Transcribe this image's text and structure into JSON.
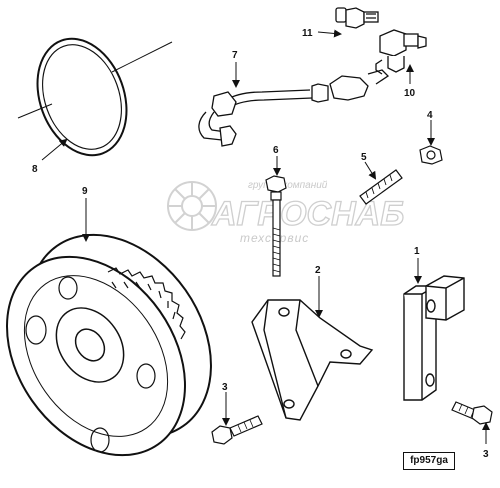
{
  "diagram": {
    "figure_code": "fp957ga",
    "watermark": {
      "line1": "группа компаний",
      "line2": "АГРОСНАБ",
      "line3": "техсервис"
    },
    "callouts": [
      {
        "id": "c1",
        "label": "1"
      },
      {
        "id": "c2",
        "label": "2"
      },
      {
        "id": "c3a",
        "label": "3"
      },
      {
        "id": "c3b",
        "label": "3"
      },
      {
        "id": "c4",
        "label": "4"
      },
      {
        "id": "c5",
        "label": "5"
      },
      {
        "id": "c6",
        "label": "6"
      },
      {
        "id": "c7",
        "label": "7"
      },
      {
        "id": "c8",
        "label": "8"
      },
      {
        "id": "c9",
        "label": "9"
      },
      {
        "id": "c10",
        "label": "10"
      },
      {
        "id": "c11",
        "label": "11"
      }
    ]
  }
}
